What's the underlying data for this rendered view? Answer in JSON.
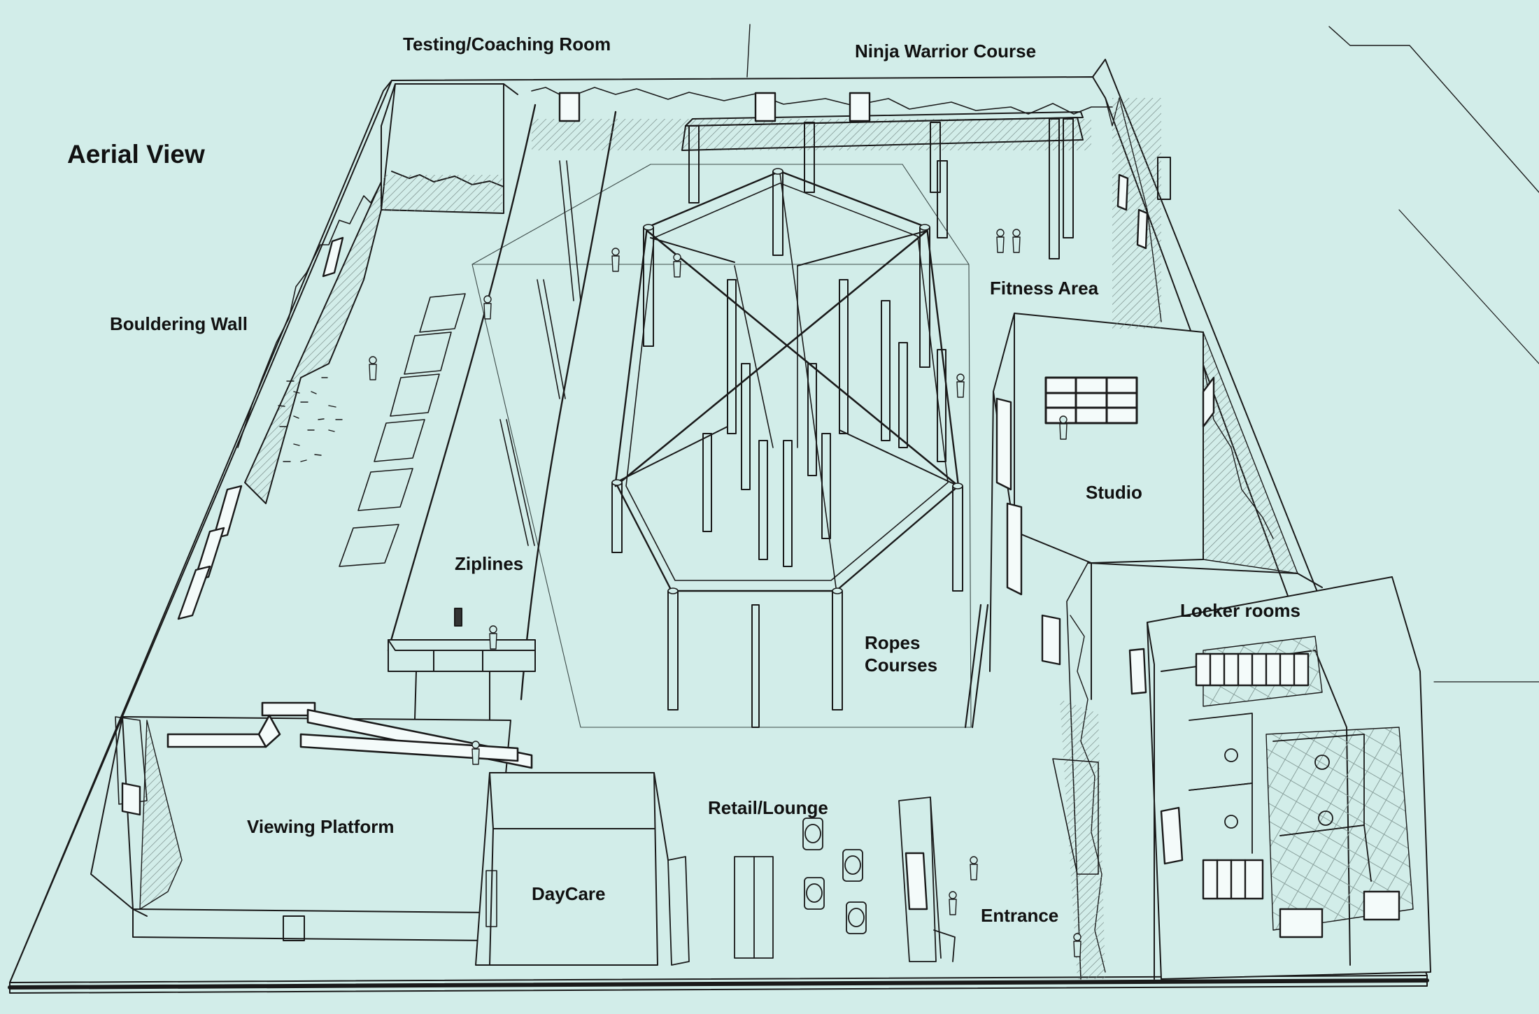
{
  "diagram": {
    "title": "Aerial View",
    "areas": {
      "testing_coaching_room": "Testing/Coaching Room",
      "ninja_warrior_course": "Ninja Warrior Course",
      "bouldering_wall": "Bouldering Wall",
      "fitness_area": "Fitness Area",
      "studio": "Studio",
      "ziplines": "Ziplines",
      "ropes_courses": "Ropes\nCourses",
      "locker_rooms": "Locker rooms",
      "retail_lounge": "Retail/Lounge",
      "viewing_platform": "Viewing Platform",
      "daycare": "DayCare",
      "entrance": "Entrance"
    },
    "colors": {
      "background": "#d2ede9",
      "line": "#1a1a1a",
      "hatch": "#6d7f7c",
      "window_fill": "#f4fbfa"
    }
  }
}
